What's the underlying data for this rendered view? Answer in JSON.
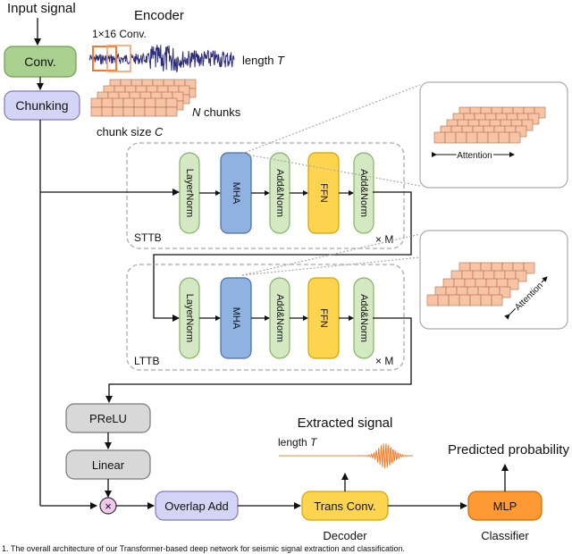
{
  "input_signal": "Input signal",
  "encoder": {
    "title": "Encoder",
    "kernel": "1×16 Conv.",
    "length_label": "length",
    "length_var": "T"
  },
  "conv_block": "Conv.",
  "chunking_block": "Chunking",
  "chunks": {
    "n_var": "N",
    "n_label": "chunks",
    "size_label": "chunk size",
    "size_var": "C"
  },
  "sttb": {
    "label": "STTB",
    "repeat": "× M",
    "blocks": [
      "LayerNorm",
      "MHA",
      "Add&Norm",
      "FFN",
      "Add&Norm"
    ]
  },
  "lttb": {
    "label": "LTTB",
    "repeat": "× M",
    "blocks": [
      "LayerNorm",
      "MHA",
      "Add&Norm",
      "FFN",
      "Add&Norm"
    ]
  },
  "attention_label": "Attention",
  "prelu_block": "PReLU",
  "linear_block": "Linear",
  "multiply_symbol": "×",
  "overlap_add_block": "Overlap Add",
  "extracted": {
    "title": "Extracted signal",
    "length_label": "length",
    "length_var": "T"
  },
  "decoder": {
    "block": "Trans Conv.",
    "label": "Decoder"
  },
  "classifier": {
    "title": "Predicted probability",
    "block": "MLP",
    "label": "Classifier"
  },
  "caption_fragment": "1. The overall architecture of our Transformer-based deep network for seismic signal extraction and classification.",
  "colors": {
    "green": "#d5e8c4",
    "green_stroke": "#82b366",
    "purple": "#d4d4f7",
    "purple_stroke": "#7b7bbf",
    "grey": "#d8d8d8",
    "grey_stroke": "#777777",
    "blue": "#8fb2e0",
    "blue_stroke": "#4a6fa5",
    "yellow": "#ffd54f",
    "yellow_stroke": "#d6a200",
    "orange": "#ff9933",
    "orange_stroke": "#cc6a00",
    "chunk": "#f8c4a6",
    "chunk_stroke": "#b06a4a",
    "waveform": "#2d2c7a",
    "extracted_wave": "#f08030"
  }
}
